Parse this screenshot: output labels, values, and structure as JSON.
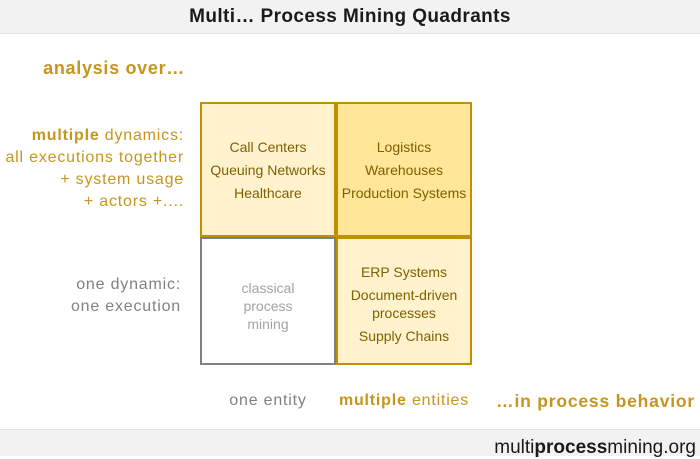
{
  "title": "Multi… Process Mining Quadrants",
  "colors": {
    "gold_border": "#bf9000",
    "gold_text": "#c6951c",
    "box_light": "#fff2cc",
    "box_medium": "#ffe699",
    "box_text": "#7f6000",
    "gray_text": "#818181",
    "band_bg": "#f2f2f2"
  },
  "axis": {
    "top_label": "analysis over…",
    "row_top": {
      "bold": "multiple",
      "rest": " dynamics:",
      "lines": [
        "all executions together",
        "+ system usage",
        "+ actors +...."
      ]
    },
    "row_bottom": {
      "line1": "one dynamic:",
      "line2": "one execution"
    },
    "col_left": "one entity",
    "col_right": {
      "bold": "multiple",
      "rest": " entities"
    },
    "bottom_right_label": "…in process behavior"
  },
  "quadrants": {
    "top_left": {
      "items": [
        "Call Centers",
        "Queuing Networks",
        "Healthcare"
      ]
    },
    "top_right": {
      "items": [
        "Logistics",
        "Warehouses",
        "Production Systems"
      ]
    },
    "bottom_left": {
      "text": "classical process mining"
    },
    "bottom_right": {
      "items": [
        "ERP Systems",
        "Document-driven processes",
        "Supply Chains"
      ]
    }
  },
  "footer": {
    "prefix": "multi",
    "bold": "process",
    "suffix": "mining.org"
  }
}
